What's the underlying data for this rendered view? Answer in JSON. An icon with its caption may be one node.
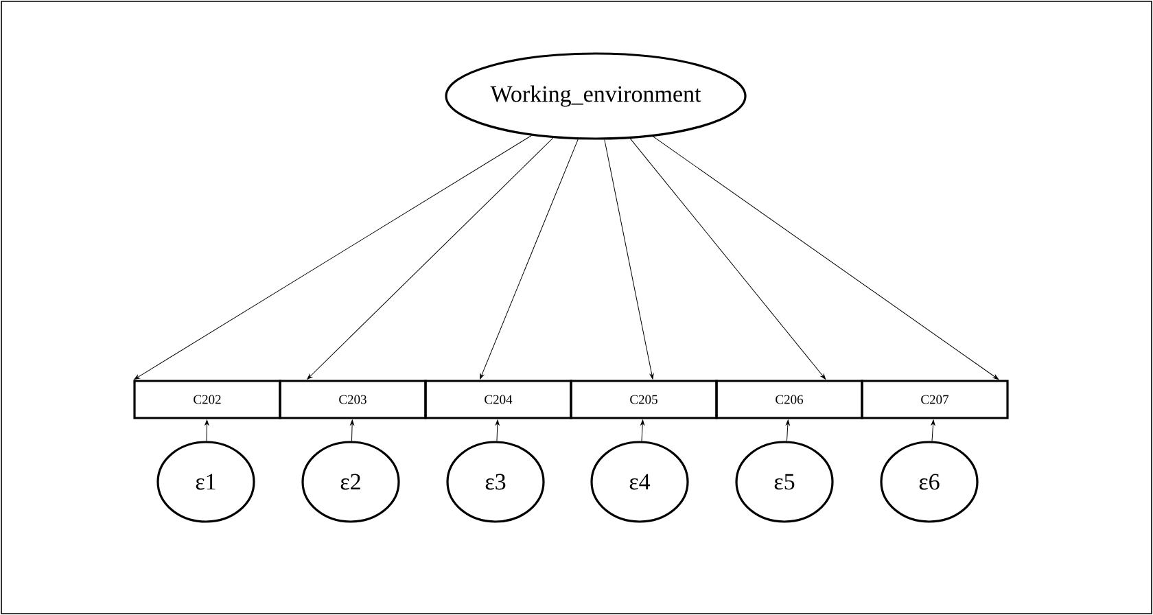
{
  "diagram": {
    "nodes": [
      {
        "text": [
          "Working_environment"
        ]
      },
      {
        "text": [
          "C202"
        ]
      },
      {
        "text": [
          "C203"
        ]
      },
      {
        "text": [
          "C204"
        ]
      },
      {
        "text": [
          "C205"
        ]
      },
      {
        "text": [
          "C206"
        ]
      },
      {
        "text": [
          "C207"
        ]
      },
      {
        "text": [
          "ε1"
        ]
      },
      {
        "text": [
          "ε2"
        ]
      },
      {
        "text": [
          "ε3"
        ]
      },
      {
        "text": [
          "ε4"
        ]
      },
      {
        "text": [
          "ε5"
        ]
      },
      {
        "text": [
          "ε6"
        ]
      }
    ],
    "edges": [
      {
        "from": 0,
        "to": 1,
        "arrow": "to"
      },
      {
        "from": 0,
        "to": 2,
        "arrow": "to"
      },
      {
        "from": 0,
        "to": 3,
        "arrow": "to"
      },
      {
        "from": 0,
        "to": 4,
        "arrow": "to"
      },
      {
        "from": 0,
        "to": 5,
        "arrow": "to"
      },
      {
        "from": 0,
        "to": 6,
        "arrow": "to"
      },
      {
        "from": 7,
        "to": 1,
        "arrow": "to"
      },
      {
        "from": 8,
        "to": 2,
        "arrow": "to"
      },
      {
        "from": 9,
        "to": 3,
        "arrow": "to"
      },
      {
        "from": 10,
        "to": 4,
        "arrow": "to"
      },
      {
        "from": 11,
        "to": 5,
        "arrow": "to"
      },
      {
        "from": 12,
        "to": 6,
        "arrow": "to"
      }
    ]
  }
}
